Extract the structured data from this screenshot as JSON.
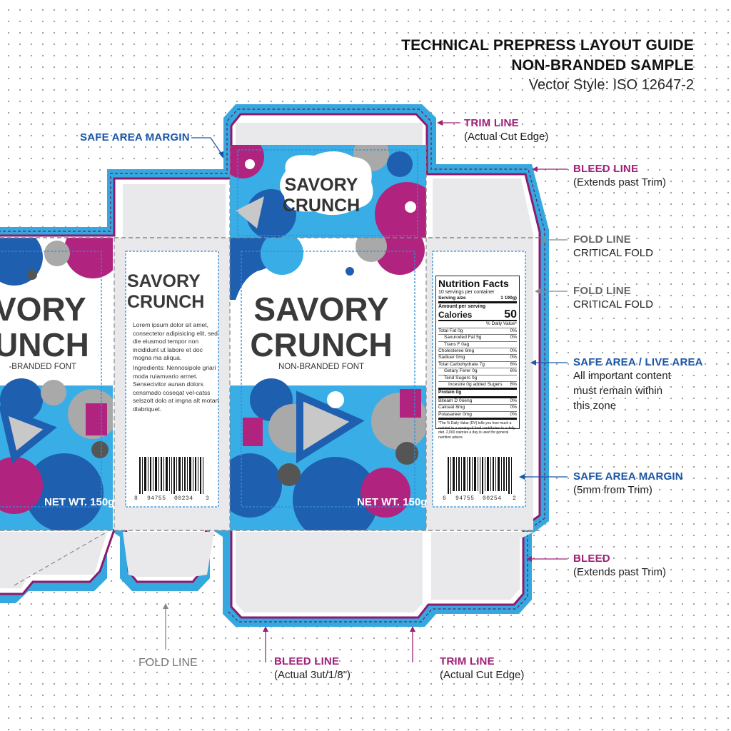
{
  "header": {
    "line1": "TECHNICAL PREPRESS LAYOUT GUIDE",
    "line2": "NON-BRANDED SAMPLE",
    "line3": "Vector Style: ISO 12647-2"
  },
  "callouts": {
    "safe_margin_top": {
      "title": "SAFE AREA MARGIN"
    },
    "trim_top": {
      "title": "TRIM LINE",
      "sub": "(Actual Cut Edge)"
    },
    "bleed_top": {
      "title": "BLEED LINE",
      "sub": "(Extends past Trim)"
    },
    "fold1": {
      "title": "FOLD LINE",
      "sub": "CRITICAL FOLD"
    },
    "fold2": {
      "title": "FOLD LINE",
      "sub": "CRITICAL FOLD"
    },
    "safe_area": {
      "title": "SAFE AREA / LIVE AREA",
      "line1": "All important content",
      "line2": "must remain within",
      "line3": "this zone"
    },
    "safe_margin_right": {
      "title": "SAFE AREA MARGIN",
      "sub": "(5mm from Trim)"
    },
    "bleed_right": {
      "title": "BLEED",
      "sub": "(Extends past Trim)"
    },
    "fold_bottom": {
      "title": "FOLD LINE"
    },
    "bleed_bottom": {
      "title": "BLEED LINE",
      "sub": "(Actual 3ut/1/8\")"
    },
    "trim_bottom": {
      "title": "TRIM LINE",
      "sub": "(Actual Cut Edge)"
    }
  },
  "package": {
    "brand_line1": "SAVORY",
    "brand_line2": "CRUNCH",
    "left_brand_line1": "VORY",
    "left_brand_line2": "UNCH",
    "left_subtitle": "-BRANDED FONT",
    "subtitle": "NON-BRANDED FONT",
    "net_weight": "NET WT. 150g",
    "side_body": "Lorem ipsum dolor sit amet, consectetor adipisicing elit, sed die eiusmod tempor non incididunt ut labore et doc mogna ma aliqua.",
    "ingredients": "Ingredients: Nennosipole griari moda ruiamvario armet. Sensecivitor aunan dolors censmado coseqat vel-catss selszolt dolo at imgna alt motan dlabriquet.",
    "barcode_left": [
      "8",
      "94755",
      "00234",
      "3"
    ],
    "barcode_right": [
      "6",
      "94755",
      "00254",
      "2"
    ]
  },
  "nutrition": {
    "title": "Nutrition Facts",
    "servings": "10 servings per container",
    "serving_label": "Serving alze",
    "serving_value": "1 190g)",
    "amount_label": "Amount per serving",
    "calories_label": "Calories",
    "calories_value": "50",
    "dv_header": "% Daily Value*",
    "rows": [
      {
        "label": "Total Fat 0g",
        "value": "0%"
      },
      {
        "label": "Saxuroded Fat 5g",
        "value": "0%"
      },
      {
        "label": "Trans F 0ag",
        "value": ""
      },
      {
        "label": "Cholesteree 6mg",
        "value": "0%"
      },
      {
        "label": "Sadiuer 0mg",
        "value": "0%"
      },
      {
        "label": "Total Carbohydrate 7g",
        "value": "6%"
      },
      {
        "label": "Getary Ferer 0g",
        "value": "6%"
      },
      {
        "label": "Tend Sugers 0g",
        "value": ""
      },
      {
        "label": "Incestre 0g added Sugers",
        "value": "6%"
      },
      {
        "label": "Protein 0g",
        "value": ""
      },
      {
        "label": "Biteam D 0oeng",
        "value": "0%"
      },
      {
        "label": "Calceat 8mg",
        "value": "0%"
      },
      {
        "label": "Potasareer 0mg",
        "value": "0%"
      }
    ],
    "footnote": "*The % Daily Value (DV) tells you how much a nutrient in a serving of food contributes to a daily diet. 2,000 calories a day is used for general nutrition advice."
  },
  "colors": {
    "bleed_blue": "#35a8e0",
    "trim_magenta": "#8e1a6e",
    "pattern_navy": "#1f5fb0",
    "pattern_sky": "#39aee6",
    "pattern_magenta": "#b0237f",
    "pattern_gray": "#a9a9a9",
    "safe_blue": "#2f8fd6",
    "panel_gray": "#e9e9ec"
  }
}
